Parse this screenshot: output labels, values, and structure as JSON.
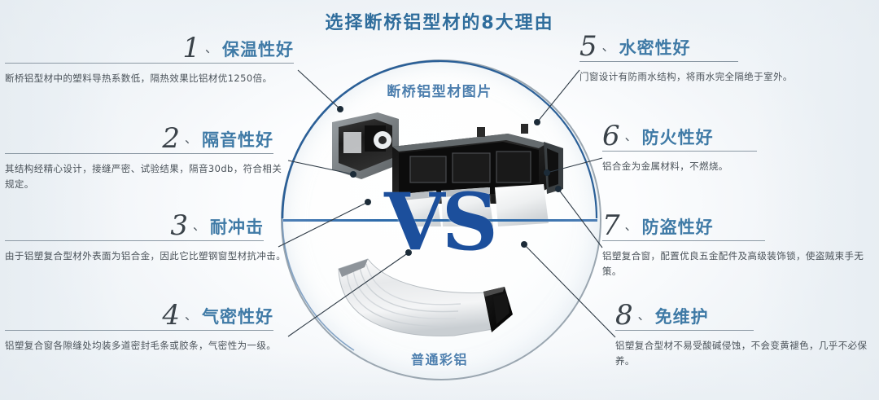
{
  "title": "选择断桥铝型材的8大理由",
  "center": {
    "top_label": "断桥铝型材图片",
    "vs_label": "VS",
    "bottom_label": "普通彩铝"
  },
  "separator": "、",
  "colors": {
    "title": "#2f6d9c",
    "heading": "#3f7aa6",
    "number": "#3a4249",
    "vs": "#1c4f9c",
    "divider": "#2f6cab",
    "circle_border": "#9aa6b0",
    "arc_blue": "#2a5f97",
    "background": "#f4f7fa"
  },
  "reasons": [
    {
      "number": "1",
      "heading": "保温性好",
      "desc": "断桥铝型材中的塑料导热系数低，隔热效果比铝材优1250倍。",
      "side": "left"
    },
    {
      "number": "2",
      "heading": "隔音性好",
      "desc": "其结构经精心设计，接缝严密、试验结果，隔音30db，符合相关规定。",
      "side": "left"
    },
    {
      "number": "3",
      "heading": "耐冲击",
      "desc": "由于铝塑复合型材外表面为铝合金，因此它比塑钢窗型材抗冲击。",
      "side": "left"
    },
    {
      "number": "4",
      "heading": "气密性好",
      "desc": "铝塑复合窗各隙缝处均装多道密封毛条或胶条，气密性为一级。",
      "side": "left"
    },
    {
      "number": "5",
      "heading": "水密性好",
      "desc": "门窗设计有防雨水结构，将雨水完全隔绝于室外。",
      "side": "right"
    },
    {
      "number": "6",
      "heading": "防火性好",
      "desc": "铝合金为金属材料，不燃烧。",
      "side": "right"
    },
    {
      "number": "7",
      "heading": "防盗性好",
      "desc": "铝塑复合窗，配置优良五金配件及高级装饰锁，使盗贼束手无策。",
      "side": "right"
    },
    {
      "number": "8",
      "heading": "免维护",
      "desc": "铝塑复合型材不易受酸碱侵蚀，不会变黄褪色，几乎不必保养。",
      "side": "right"
    }
  ]
}
